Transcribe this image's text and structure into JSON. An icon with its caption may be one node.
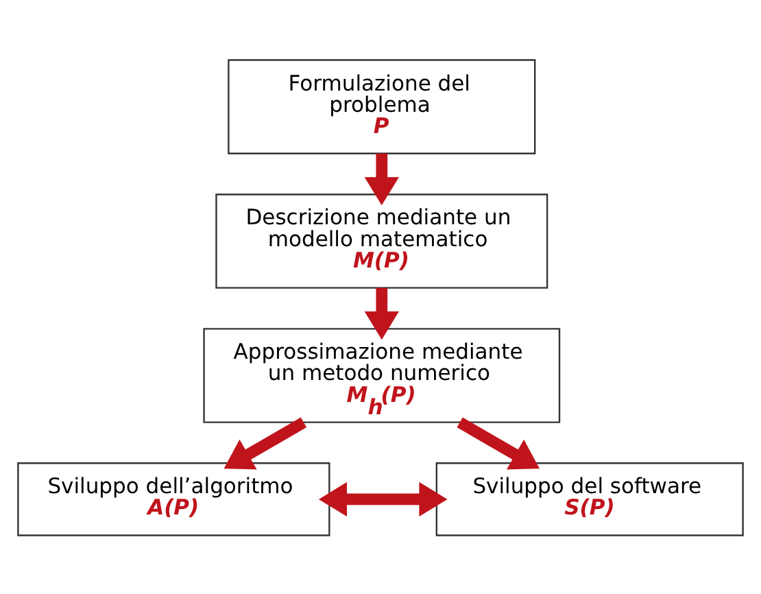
{
  "diagram": {
    "nodes": [
      {
        "text": [
          "Formulazione del problema",
          "P"
        ]
      },
      {
        "text": [
          "Descrizione mediante un modello matematico",
          "M(P)"
        ]
      },
      {
        "text": [
          "Approssimazione mediante un metodo numerico",
          "M$_{h}$(P)"
        ]
      },
      {
        "text": [
          "Sviluppo dell’algoritmo",
          "A(P)"
        ]
      },
      {
        "text": [
          "Sviluppo del software",
          "S(P)"
        ]
      }
    ],
    "edges": [
      {
        "from": 0,
        "to": 1,
        "arrow": "to"
      },
      {
        "from": 1,
        "to": 2,
        "arrow": "to"
      },
      {
        "from": 2,
        "to": 3,
        "arrow": "to"
      },
      {
        "from": 2,
        "to": 4,
        "arrow": "to"
      },
      {
        "from": 3,
        "to": 4,
        "arrow": "both"
      }
    ]
  }
}
